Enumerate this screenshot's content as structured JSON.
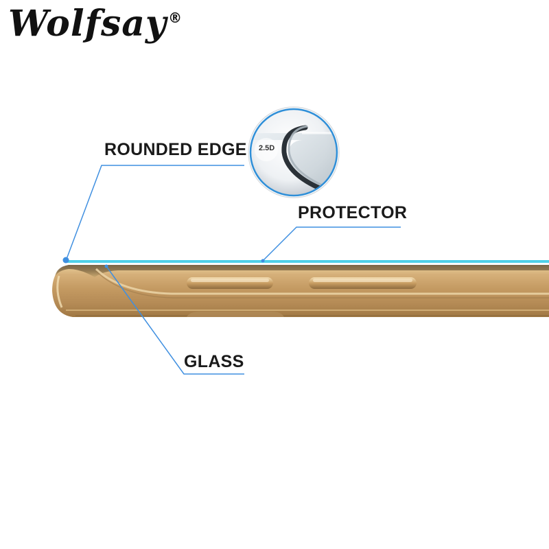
{
  "brand": {
    "name": "Wolfsay",
    "registered_mark": "®"
  },
  "callouts": {
    "rounded_edge": "ROUNDED EDGE",
    "protector": "PROTECTOR",
    "glass": "GLASS"
  },
  "inset": {
    "edge_label": "2.5D"
  },
  "colors": {
    "leader_line": "#3f8fe0",
    "protector_film": "#4fd0e8",
    "phone_gold": "#c8a06a",
    "inset_ring": "#2f8fd8"
  }
}
